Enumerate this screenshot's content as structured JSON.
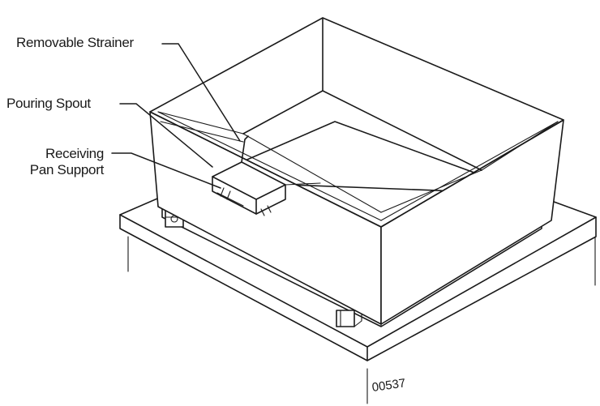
{
  "labels": {
    "removable_strainer": "Removable Strainer",
    "pouring_spout": "Pouring Spout",
    "receiving_line1": "Receiving",
    "receiving_line2": "Pan Support"
  },
  "figure_number": "00537"
}
